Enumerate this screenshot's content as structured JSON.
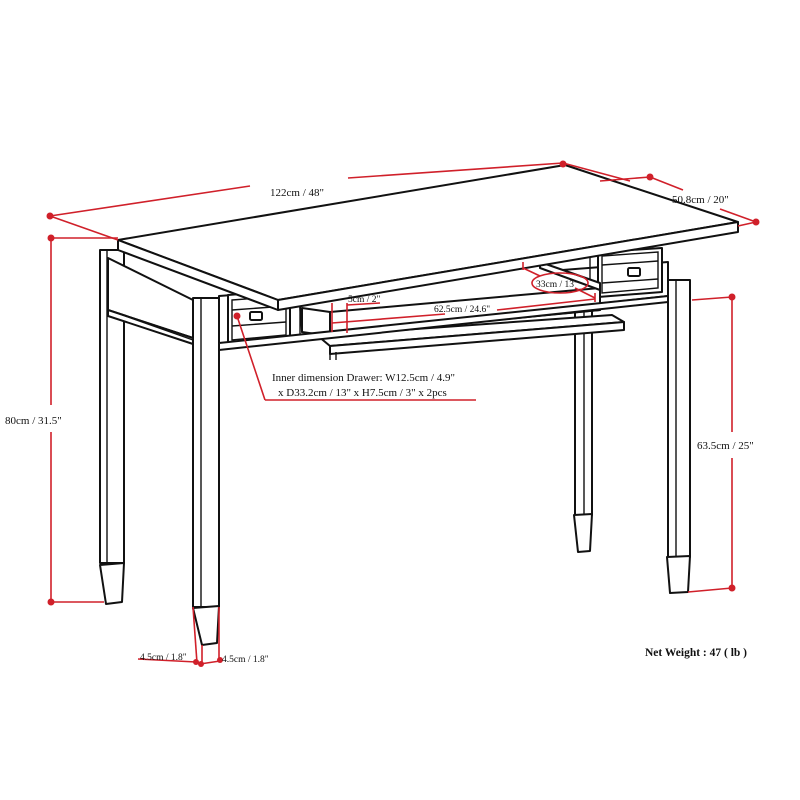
{
  "product": "Writing desk with pull-out keyboard tray and two drawers",
  "colors": {
    "dimension_line": "#d0202a",
    "outline": "#111111",
    "background": "#ffffff"
  },
  "dimensions": {
    "width": "122cm / 48\"",
    "depth": "50.8cm / 20\"",
    "height": "80cm / 31.5\"",
    "leg_clearance": "63.5cm / 25\"",
    "tray_height": "5cm / 2\"",
    "tray_width": "62.5cm / 24.6\"",
    "tray_depth": "33cm / 13\"",
    "leg_width": "4.5cm / 1.8\"",
    "leg_depth": "4.5cm / 1.8\""
  },
  "drawer_note": {
    "line1": "Inner dimension Drawer: W12.5cm / 4.9\"",
    "line2": "x D33.2cm / 13\" x H7.5cm / 3\" x 2pcs"
  },
  "net_weight": "Net Weight : 47 ( lb )"
}
